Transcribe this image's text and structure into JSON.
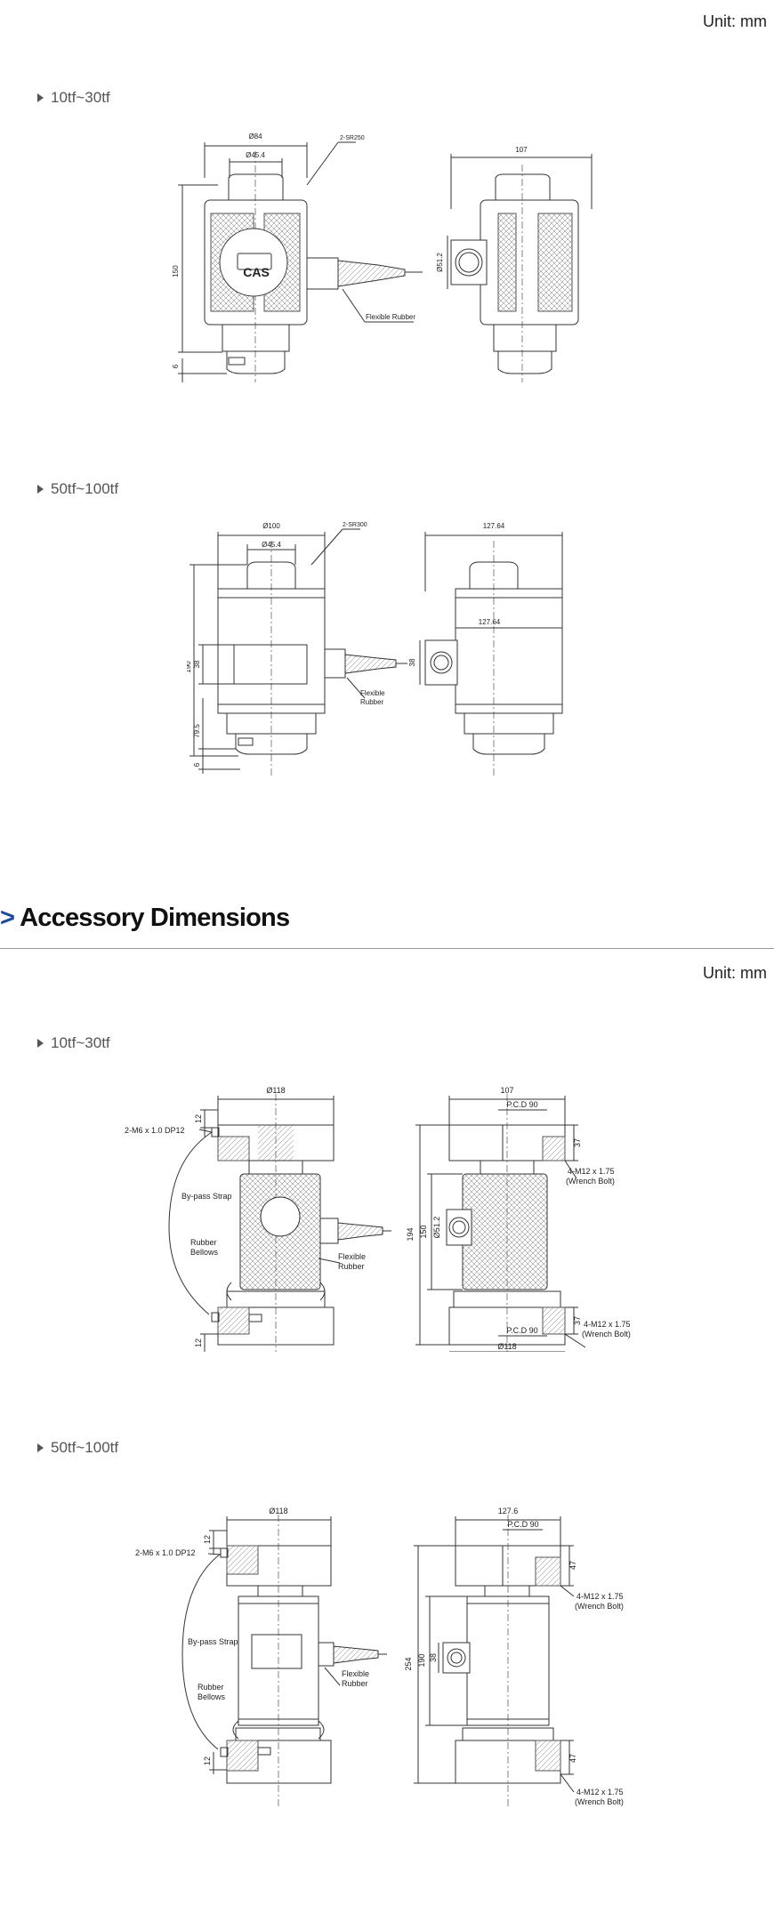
{
  "unit_label": "Unit: mm",
  "unit_label_2": "Unit: mm",
  "accessory_title": "Accessory Dimensions",
  "accessory_gt": ">",
  "colors": {
    "accent": "#1a4aa8",
    "line": "#333333",
    "rule": "#9a9a9a"
  },
  "icons": [
    "triangle-right-icon"
  ],
  "sections": {
    "lc_small": {
      "label": "10tf~30tf",
      "front": {
        "top_dia": "Ø84",
        "inner_dia": "Ø45.4",
        "radius": "2-SR250",
        "height": "150",
        "base": "6",
        "cable": "Flexible Rubber",
        "logo": "CAS"
      },
      "side": {
        "width": "107",
        "hole": "Ø51.2"
      }
    },
    "lc_large": {
      "label": "50tf~100tf",
      "front": {
        "top_dia": "Ø100",
        "inner_dia": "Ø45.4",
        "radius": "2-SR300",
        "height": "190",
        "plate": "38",
        "lower": "79.5",
        "base": "6",
        "cable_1": "Flexible",
        "cable_2": "Rubber"
      },
      "side": {
        "width": "127.64",
        "inner_width": "127.64",
        "hole": "38"
      }
    },
    "acc_small": {
      "label": "10tf~30tf",
      "front": {
        "top_dia": "Ø118",
        "top_h": "12",
        "bolt": "2-M6 x 1.0 DP12",
        "strap": "By-pass Strap",
        "bellows_1": "Rubber",
        "bellows_2": "Bellows",
        "cable_1": "Flexible",
        "cable_2": "Rubber",
        "bottom_h": "12"
      },
      "side": {
        "width": "107",
        "pcd_top": "P.C.D 90",
        "top_plate": "37",
        "wrench_1a": "4-M12 x 1.75",
        "wrench_1b": "(Wrench Bolt)",
        "total_h": "194",
        "mid_h": "150",
        "hole": "Ø51.2",
        "pcd_bottom": "P.C.D 90",
        "bottom_plate": "37",
        "bottom_dia": "Ø118",
        "wrench_2a": "4-M12 x 1.75",
        "wrench_2b": "(Wrench Bolt)"
      }
    },
    "acc_large": {
      "label": "50tf~100tf",
      "front": {
        "top_dia": "Ø118",
        "top_h": "12",
        "bolt": "2-M6 x 1.0 DP12",
        "strap": "By-pass Strap",
        "bellows_1": "Rubber",
        "bellows_2": "Bellows",
        "cable_1": "Flexible",
        "cable_2": "Rubber",
        "bottom_h": "12"
      },
      "side": {
        "width": "127.6",
        "pcd_top": "P.C.D 90",
        "top_plate": "47",
        "wrench_1a": "4-M12 x 1.75",
        "wrench_1b": "(Wrench Bolt)",
        "total_h": "254",
        "mid_h": "190",
        "hole": "38",
        "bottom_plate": "47",
        "wrench_2a": "4-M12 x 1.75",
        "wrench_2b": "(Wrench Bolt)"
      }
    }
  }
}
